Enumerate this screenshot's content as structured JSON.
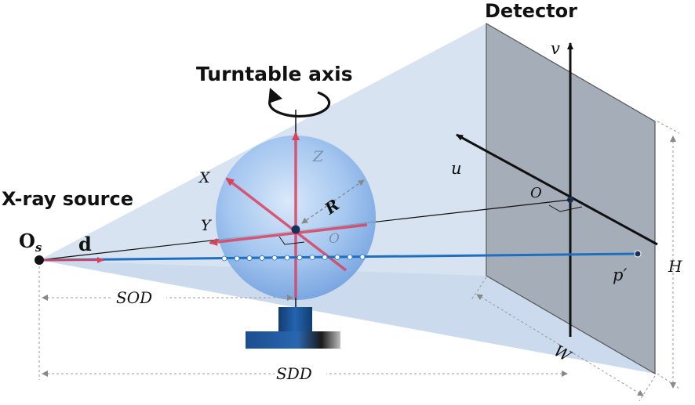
{
  "labels": {
    "detector": "Detector",
    "turntable_axis": "Turntable axis",
    "xray_source": "X-ray source",
    "source_point": "O",
    "source_subscript": "s",
    "direction": "d",
    "axis_x": "X",
    "axis_y": "Y",
    "axis_z": "Z",
    "radius": "R",
    "object_origin": "O",
    "detector_origin": "O",
    "detector_u": "u",
    "detector_v": "v",
    "projection_point": "p′",
    "height": "H",
    "width": "W",
    "sod": "SOD",
    "sdd": "SDD"
  },
  "colors": {
    "beam_fill": "#c9d9ec",
    "detector_fill": "#a5adb8",
    "ray": "#1f6fc1",
    "axis_arrow": "#d9415c",
    "sphere": "#8fb8ee",
    "turntable": "#1f5fa8"
  }
}
